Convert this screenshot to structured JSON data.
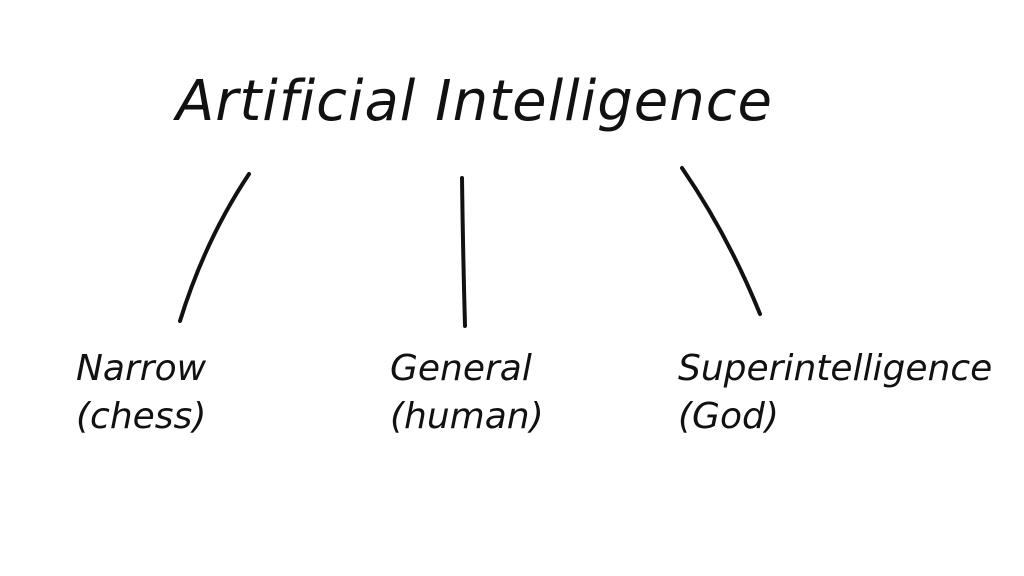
{
  "diagram": {
    "title": "Artificial Intelligence",
    "nodes": [
      {
        "name": "Narrow",
        "example": "(chess)"
      },
      {
        "name": "General",
        "example": "(human)"
      },
      {
        "name": "Superintelligence",
        "example": "(God)"
      }
    ],
    "colors": {
      "ink": "#111111",
      "background": "#ffffff"
    }
  }
}
